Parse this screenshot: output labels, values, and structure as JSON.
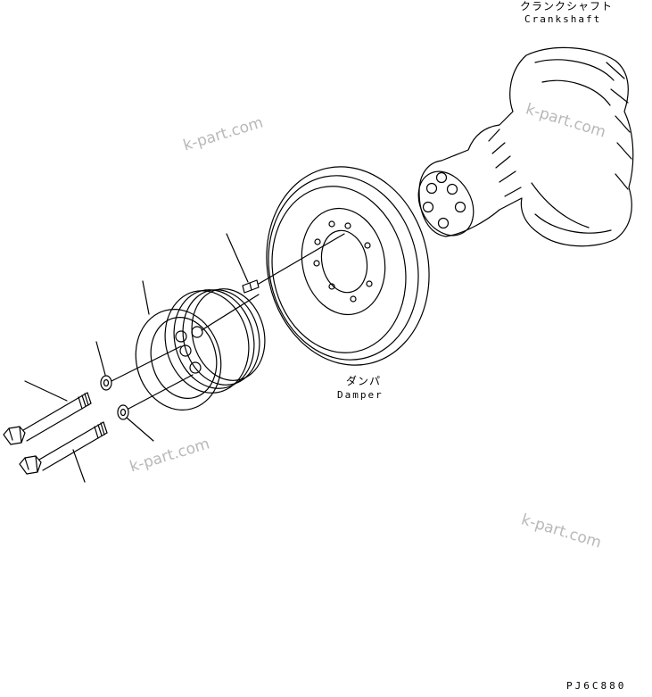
{
  "labels": {
    "crankshaft_jp": "クランクシャフト",
    "crankshaft_en": "Crankshaft",
    "damper_jp": "ダンパ",
    "damper_en": "Damper"
  },
  "watermarks": [
    "k-part.com",
    "k-part.com",
    "k-part.com"
  ],
  "drawing_code": "PJ6C880"
}
